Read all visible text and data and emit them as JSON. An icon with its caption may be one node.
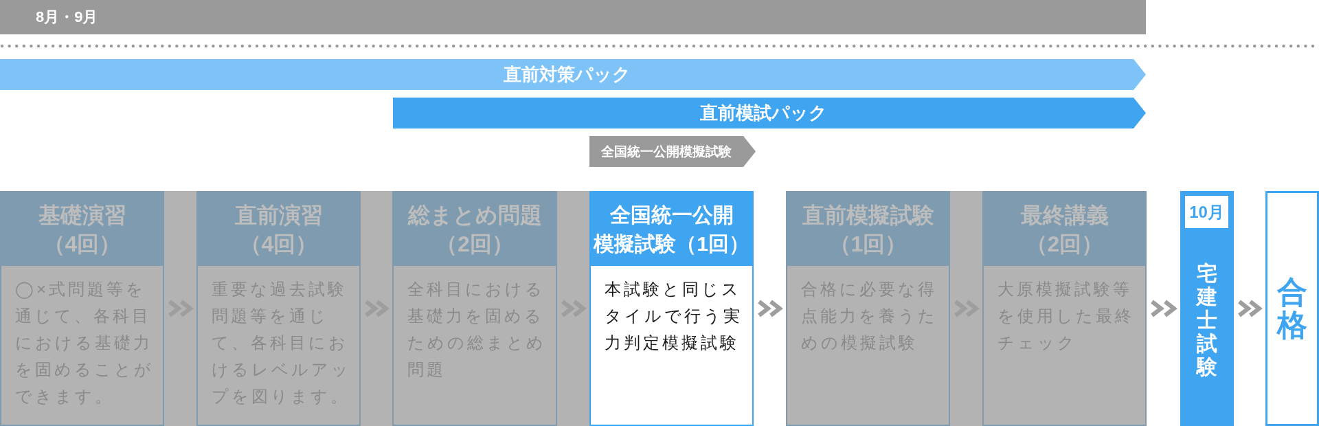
{
  "diagram": {
    "nodes": [
      {
        "text": [
          "8月・9月"
        ]
      },
      {
        "text": [
          "直前対策パック"
        ]
      },
      {
        "text": [
          "直前模試パック"
        ]
      },
      {
        "text": [
          "全国統一公開模擬試験"
        ]
      },
      {
        "text": [
          "基礎演習（4回）",
          "◯×式問題等を通じて、各科目における基礎力を固めることができます。"
        ]
      },
      {
        "text": [
          "直前演習（4回）",
          "重要な過去試験問題等を通じて、各科目におけるレベルアップを図ります。"
        ]
      },
      {
        "text": [
          "総まとめ問題（2回）",
          "全科目における基礎力を固めるための総まとめ問題"
        ]
      },
      {
        "text": [
          "全国統一公開模擬試験（1回）",
          "本試験と同じスタイルで行う実力判定模擬試験"
        ]
      },
      {
        "text": [
          "直前模擬試験（1回）",
          "合格に必要な得点能力を養うための模擬試験"
        ]
      },
      {
        "text": [
          "最終講義（2回）",
          "大原模擬試験等を使用した最終チェック"
        ]
      },
      {
        "text": [
          "宅建士試験"
        ]
      },
      {
        "text": [
          "10月"
        ],
        "in": 10
      },
      {
        "text": [
          "合格"
        ]
      }
    ],
    "edges": [
      {
        "from": 4,
        "to": 5,
        "arrow": "to"
      },
      {
        "from": 5,
        "to": 6,
        "arrow": "to"
      },
      {
        "from": 6,
        "to": 7,
        "arrow": "to"
      },
      {
        "from": 7,
        "to": 8,
        "arrow": "to"
      },
      {
        "from": 8,
        "to": 9,
        "arrow": "to"
      },
      {
        "from": 9,
        "to": 10,
        "arrow": "to"
      },
      {
        "from": 10,
        "to": 12,
        "arrow": "to"
      }
    ]
  }
}
